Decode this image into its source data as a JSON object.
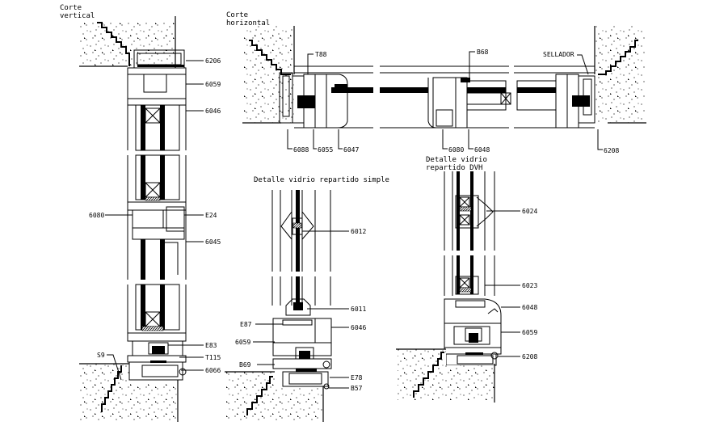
{
  "drawing": {
    "line_color": "#000000",
    "background": "#ffffff",
    "sections": {
      "vertical": {
        "title_line1": "Corte",
        "title_line2": "vertical",
        "labels": {
          "a": "6206",
          "b": "6059",
          "c": "6046",
          "d": "6080",
          "e": "E24",
          "f": "6045",
          "g": "E83",
          "h": "T115",
          "i": "6066",
          "j": "S9"
        }
      },
      "horizontal": {
        "title_line1": "Corte",
        "title_line2": "horizontal",
        "labels": {
          "a": "T88",
          "b": "B68",
          "c": "SELLADOR",
          "d": "6088",
          "e": "6055",
          "f": "6047",
          "g": "6080",
          "h": "6048",
          "i": "6208"
        }
      },
      "simple": {
        "title": "Detalle vidrio repartido simple",
        "labels": {
          "a": "6012",
          "b": "6011",
          "c": "E87",
          "d": "6046",
          "e": "6059",
          "f": "B69",
          "g": "E78",
          "h": "B57"
        }
      },
      "dvh": {
        "title_line1": "Detalle vidrio",
        "title_line2": "repartido DVH",
        "labels": {
          "a": "6024",
          "b": "6023",
          "c": "6048",
          "d": "6059",
          "e": "6208"
        }
      }
    }
  }
}
